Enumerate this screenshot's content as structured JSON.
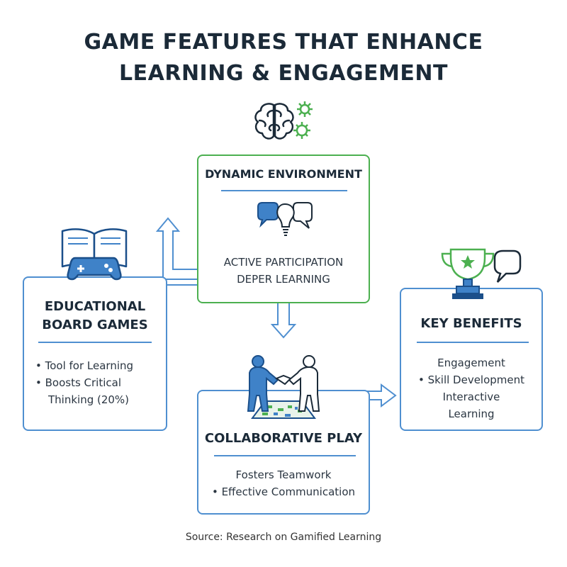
{
  "title": {
    "line1": "GAME FEATURES THAT ENHANCE",
    "line2": "LEARNING & ENGAGEMENT"
  },
  "dynamic": {
    "title": "DYNAMIC ENVIRONMENT",
    "lines": [
      "ACTIVE PARTICIPATION",
      "DEPER LEARNING"
    ]
  },
  "educational": {
    "title_line1": "EDUCATIONAL",
    "title_line2": "BOARD GAMES",
    "items": [
      "• Tool for Learning",
      "• Boosts Critical",
      "Thinking (20%)"
    ]
  },
  "benefits": {
    "title": "KEY BENEFITS",
    "items": [
      "Engagement",
      "• Skill Development",
      "Interactive",
      "Learning"
    ]
  },
  "collaborative": {
    "title": "COLLABORATIVE PLAY",
    "items": [
      "Fosters Teamwork",
      "• Effective Communication"
    ]
  },
  "source": "Source: Research on Gamified Learning",
  "colors": {
    "blue": "#4f8fd0",
    "green": "#4cb050",
    "navy": "#1b2a38"
  },
  "icons": [
    "brain-gear-icon",
    "chat-lightbulb-icon",
    "book-gamepad-icon",
    "trophy-chat-icon",
    "handshake-board-icon"
  ]
}
